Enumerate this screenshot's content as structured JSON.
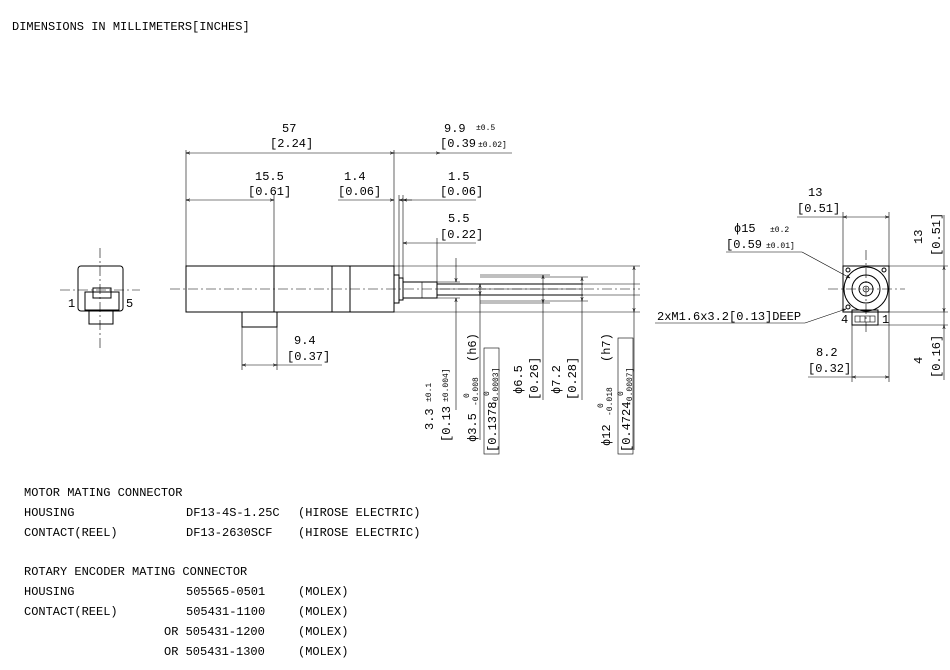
{
  "header": "DIMENSIONS IN MILLIMETERS[INCHES]",
  "dims": {
    "len57": "57",
    "len57_in": "[2.24]",
    "len99": "9.9",
    "len99_tol": "±0.5",
    "len99_in": "[0.39",
    "len99_in_tol": "±0.02]",
    "len155": "15.5",
    "len155_in": "[0.61]",
    "len14": "1.4",
    "len14_in": "[0.06]",
    "len15": "1.5",
    "len15_in": "[0.06]",
    "len55": "5.5",
    "len55_in": "[0.22]",
    "len94": "9.4",
    "len94_in": "[0.37]",
    "d33": "3.3",
    "d33_tol": "±0.1",
    "d33_in": "[0.13",
    "d33_in_tol": "±0.004]",
    "d35": "ϕ3.5",
    "d35_tol_up": "0",
    "d35_tol_dn": "-0.008",
    "d35_fit": "(h6)",
    "d35_in": "[0.1378",
    "d35_in_up": "0",
    "d35_in_dn": "-0.0003]",
    "d65": "ϕ6.5",
    "d65_in": "[0.26]",
    "d72": "ϕ7.2",
    "d72_in": "[0.28]",
    "d12": "ϕ12",
    "d12_tol_up": "0",
    "d12_tol_dn": "-0.018",
    "d12_fit": "(h7)",
    "d12_in": "[0.4724",
    "d12_in_up": "0",
    "d12_in_dn": "-0.0007]",
    "w13": "13",
    "w13_in": "[0.51]",
    "h13": "13",
    "h13_in": "[0.51]",
    "d15": "ϕ15",
    "d15_tol": "±0.2",
    "d15_in": "[0.59",
    "d15_in_tol": "±0.01]",
    "screw": "2xM1.6x3.2[0.13]DEEP",
    "w82": "8.2",
    "w82_in": "[0.32]",
    "h4": "4",
    "h4_in": "[0.16]",
    "pin1": "1",
    "pin5": "5",
    "pin4": "4",
    "pin1b": "1"
  },
  "notes": {
    "motor_title": "MOTOR MATING CONNECTOR",
    "motor_rows": [
      {
        "label": "HOUSING",
        "part": "DF13-4S-1.25C",
        "maker": "(HIROSE ELECTRIC)"
      },
      {
        "label": "CONTACT(REEL)",
        "part": "DF13-2630SCF",
        "maker": "(HIROSE ELECTRIC)"
      }
    ],
    "encoder_title": "ROTARY ENCODER MATING CONNECTOR",
    "encoder_rows": [
      {
        "label": "HOUSING",
        "part": "505565-0501",
        "maker": "(MOLEX)"
      },
      {
        "label": "CONTACT(REEL)",
        "part": "505431-1100",
        "maker": "(MOLEX)"
      },
      {
        "label": "",
        "part": "OR 505431-1200",
        "maker": "(MOLEX)"
      },
      {
        "label": "",
        "part": "OR 505431-1300",
        "maker": "(MOLEX)"
      }
    ]
  }
}
